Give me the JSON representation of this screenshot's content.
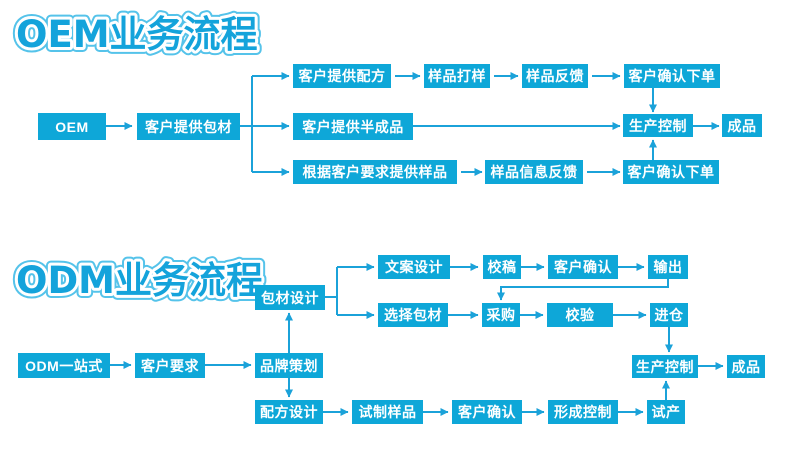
{
  "colors": {
    "accent": "#0ea7d8",
    "arrow": "#1ba2d9",
    "title_fill": "#14a3db",
    "title_outline": "#55c3ea",
    "background": "#ffffff"
  },
  "oem": {
    "title": "OEM业务流程",
    "nodes": {
      "start": "OEM",
      "client_packaging": "客户提供包材",
      "client_formula": "客户提供配方",
      "sample_making": "样品打样",
      "sample_feedback": "样品反馈",
      "confirm_order_top": "客户确认下单",
      "client_semi_finished": "客户提供半成品",
      "sample_by_request": "根据客户要求提供样品",
      "sample_info_feedback": "样品信息反馈",
      "confirm_order_bottom": "客户确认下单",
      "production_control": "生产控制",
      "finished_product": "成品"
    }
  },
  "odm": {
    "title": "ODM业务流程",
    "nodes": {
      "start": "ODM一站式",
      "customer_demand": "客户要求",
      "brand_planning": "品牌策划",
      "packaging_design": "包材设计",
      "copy_design": "文案设计",
      "proofreading": "校稿",
      "client_confirm_copy": "客户确认",
      "output": "输出",
      "select_packaging": "选择包材",
      "purchase": "采购",
      "inspection": "校验",
      "warehouse": "进仓",
      "formula_design": "配方设计",
      "sample_trial": "试制样品",
      "client_confirm_sample": "客户确认",
      "forming_control": "形成控制",
      "trial_production": "试产",
      "production_control": "生产控制",
      "finished_product": "成品"
    }
  }
}
